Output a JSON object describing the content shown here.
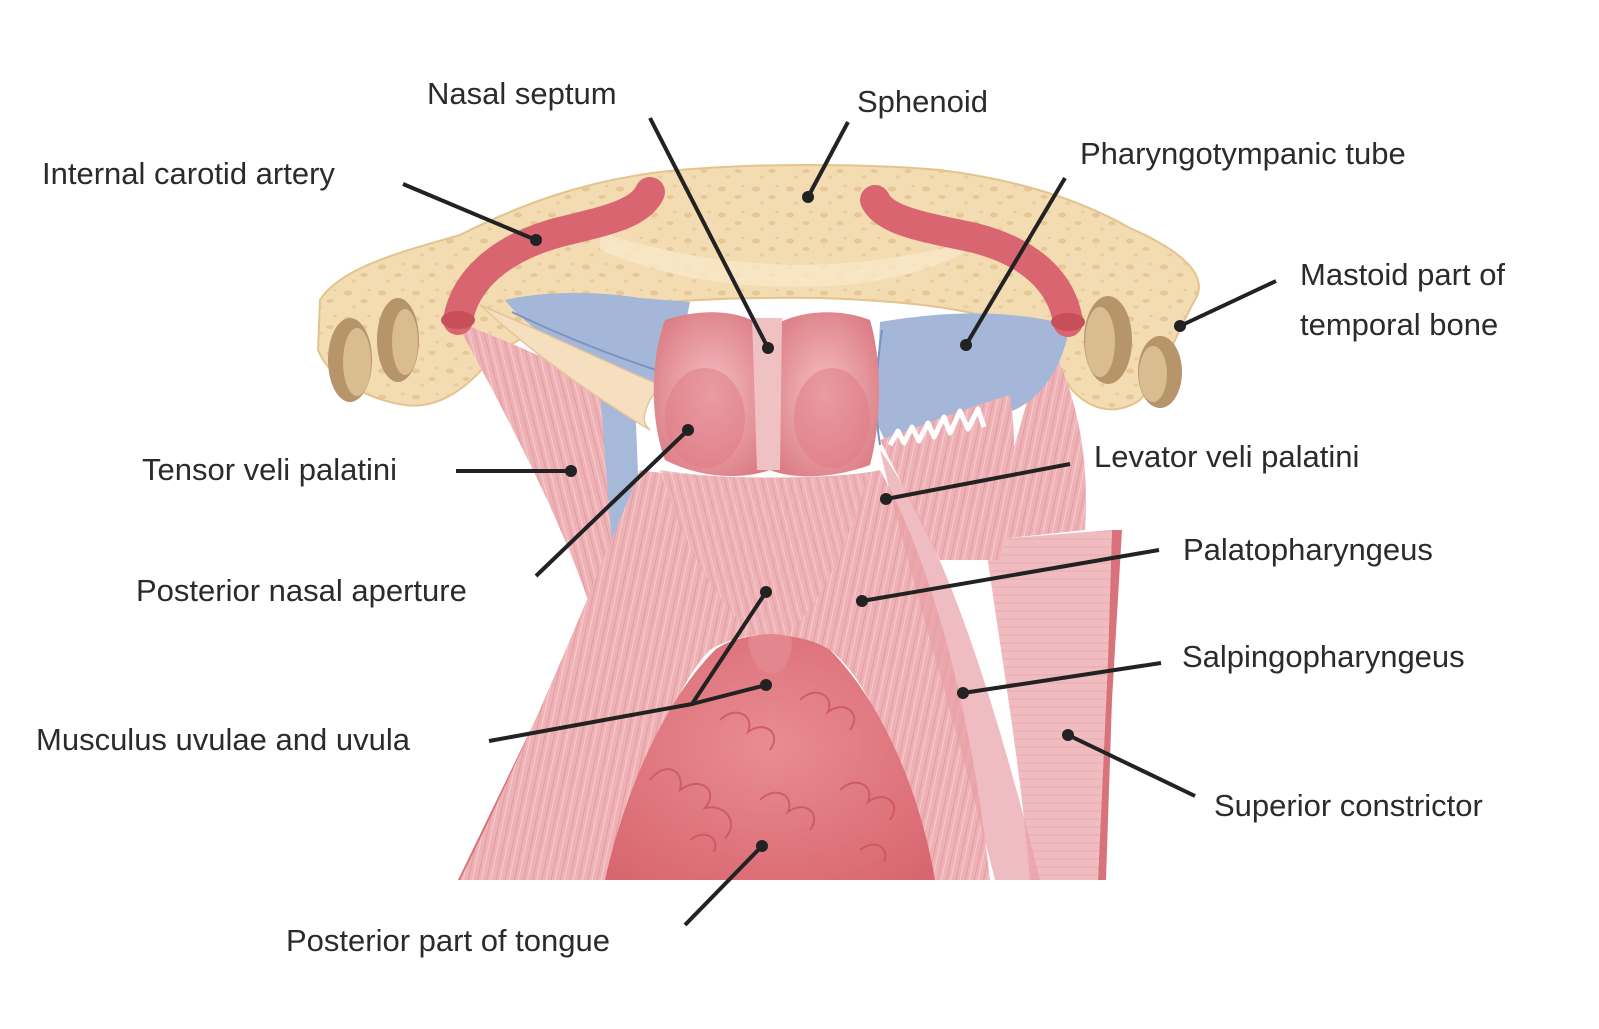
{
  "diagram": {
    "labels": {
      "nasal_septum": "Nasal septum",
      "sphenoid": "Sphenoid",
      "pharyngotympanic_tube": "Pharyngotympanic tube",
      "internal_carotid_artery": "Internal carotid artery",
      "mastoid_part": "Mastoid part of\ntemporal bone",
      "tensor_veli_palatini": "Tensor veli palatini",
      "levator_veli_palatini": "Levator veli palatini",
      "posterior_nasal_aperture": "Posterior nasal aperture",
      "palatopharyngeus": "Palatopharyngeus",
      "salpingopharyngeus": "Salpingopharyngeus",
      "musculus_uvulae": "Musculus uvulae and uvula",
      "superior_constrictor": "Superior constrictor",
      "posterior_tongue": "Posterior part of tongue"
    },
    "colors": {
      "bone": "#f3dcb2",
      "muscle": "#eba9ae",
      "muscle_dark": "#d9737b",
      "artery": "#d8656f",
      "cartilage": "#a5b7d8",
      "leader": "#222222"
    }
  }
}
